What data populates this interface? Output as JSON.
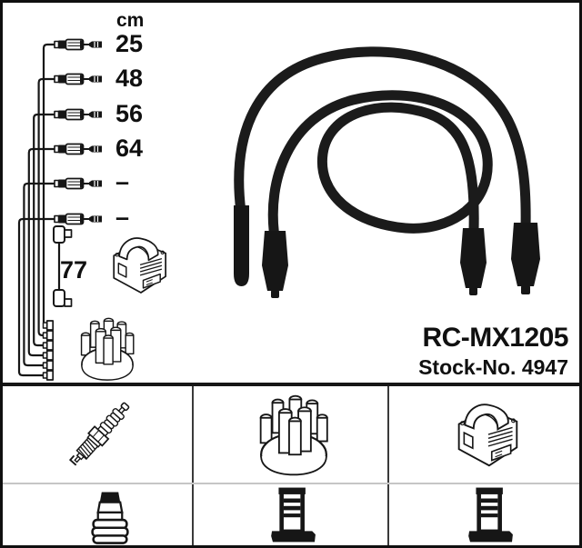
{
  "colors": {
    "ink": "#161616",
    "frame": "#101010",
    "column_divider": "#3a3a3a",
    "row_divider": "#c6c6c6",
    "background": "#ffffff"
  },
  "schematic": {
    "unit_header": "cm",
    "cable_lengths": [
      "25",
      "48",
      "56",
      "64",
      "–",
      "–"
    ],
    "coil_cable_length": "77",
    "icons": [
      "cable-with-connectors",
      "coil-cable",
      "ignition-coil",
      "distributor-cap"
    ]
  },
  "photo": {
    "icon": "ignition-lead-set-photo"
  },
  "product": {
    "code": "RC-MX1205",
    "stock_label": "Stock-No. 4947"
  },
  "legend": {
    "row1_icons": [
      "spark-plug",
      "distributor-cap",
      "ignition-coil"
    ],
    "row2_icons": [
      "plug-terminal-nut",
      "din-terminal-post",
      "din-terminal-post"
    ]
  }
}
